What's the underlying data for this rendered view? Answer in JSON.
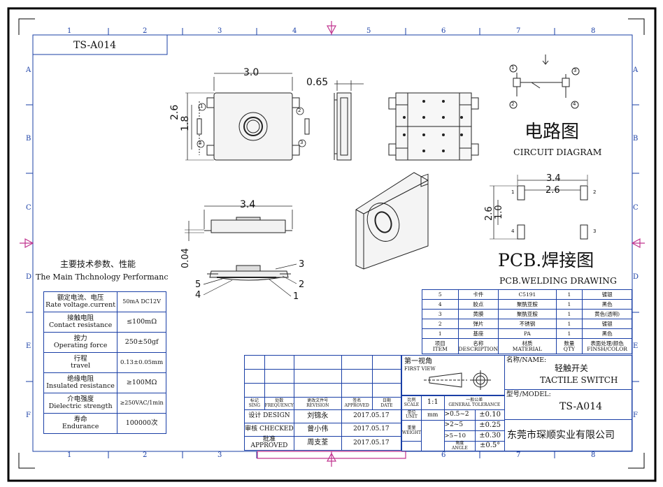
{
  "frame": {
    "col_numbers": [
      "1",
      "2",
      "3",
      "4",
      "5",
      "6",
      "7",
      "8"
    ],
    "row_letters": [
      "A",
      "B",
      "C",
      "D",
      "E",
      "F"
    ]
  },
  "part_code": "TS-A014",
  "dims": {
    "top_width": "3.0",
    "pin_thickness": "0.65",
    "height_outer": "2.6",
    "height_inner": "1.8",
    "side_width": "3.4",
    "side_height": "0.04",
    "pcb_outer_width": "3.4",
    "pcb_inner_width": "2.6",
    "pcb_outer_height": "2.6",
    "pcb_inner_height": "1.0"
  },
  "pin_labels": [
    "1",
    "2",
    "3",
    "4",
    "5"
  ],
  "circuit": {
    "title_cn": "电路图",
    "title_en": "CIRCUIT DIAGRAM",
    "pins": [
      "1",
      "2",
      "3",
      "4"
    ]
  },
  "pcb": {
    "title_cn": "PCB.焊接图",
    "title_en": "PCB.WELDING DRAWING",
    "pads": [
      "1",
      "2",
      "4",
      "3"
    ]
  },
  "spec": {
    "title_cn": "主要技术参数、性能",
    "title_en": "The Main Thchnology Performanc",
    "rows": [
      {
        "cn": "额定电流、电压",
        "en": "Rate voltage.current",
        "value": "50mA DC12V"
      },
      {
        "cn": "接触电阻",
        "en": "Contact resistance",
        "value": "≤100mΩ"
      },
      {
        "cn": "按力",
        "en": "Operating force",
        "value": "250±50gf"
      },
      {
        "cn": "行程",
        "en": "travel",
        "value": "0.13±0.05mm"
      },
      {
        "cn": "绝缘电阻",
        "en": "Insulated resistance",
        "value": "≥100MΩ"
      },
      {
        "cn": "介电强度",
        "en": "Dielectric strength",
        "value": "≥250VAC/1min"
      },
      {
        "cn": "寿命",
        "en": "Endurance",
        "value": "100000次"
      }
    ]
  },
  "bom": {
    "rows": [
      {
        "no": "5",
        "name": "卡件",
        "material": "C5191",
        "qty": "1",
        "finish": "镀银"
      },
      {
        "no": "4",
        "name": "胶点",
        "material": "聚酰亚胺",
        "qty": "1",
        "finish": "黑色"
      },
      {
        "no": "3",
        "name": "黄膜",
        "material": "聚酰亚胺",
        "qty": "1",
        "finish": "黄色(透明)"
      },
      {
        "no": "2",
        "name": "弹片",
        "material": "不锈钢",
        "qty": "1",
        "finish": "镀银"
      },
      {
        "no": "1",
        "name": "基座",
        "material": "PA",
        "qty": "1",
        "finish": "黑色"
      }
    ],
    "header": {
      "item_cn": "项目",
      "item_en": "ITEM",
      "name_cn": "名称",
      "name_en": "DESCRIPTION",
      "material_cn": "材质",
      "material_en": "MATERIAL",
      "qty_cn": "数量",
      "qty_en": "QTY",
      "finish_cn": "表面处理/颜色",
      "finish_en": "FINSH/COLOR"
    }
  },
  "title_block": {
    "first_view_cn": "第一视角",
    "first_view_en": "FIRST VIEW",
    "name_label": "名称/NAME:",
    "name_cn": "轻触开关",
    "name_en": "TACTILE SWITCH",
    "model_label": "型号/MODEL:",
    "model": "TS-A014",
    "company": "东莞市琛顺实业有限公司",
    "headers": {
      "sign_cn": "标记",
      "sign_en": "SING",
      "freq_cn": "处数",
      "freq_en": "FREQUENCY",
      "rev_cn": "更改文件号",
      "rev_en": "REVISION",
      "appr_cn": "签名",
      "appr_en": "APPROVED",
      "date_cn": "日期",
      "date_en": "DATE",
      "scale_cn": "比例",
      "scale_en": "SCALE",
      "tol_cn": "一般公差",
      "tol_en": "GENERAL TOLERANCE"
    },
    "design_label": "设计 DESIGN",
    "design_name": "刘锦永",
    "design_date": "2017.05.17",
    "check_label": "审核 CHECKED",
    "check_name": "曾小伟",
    "check_date": "2017.05.17",
    "approve_label": "批准 APPROVED",
    "approve_name": "周支荃",
    "approve_date": "2017.05.17",
    "scale": "1:1",
    "unit_cn": "单位",
    "unit_en": "UNIT",
    "unit": "mm",
    "weight_cn": "重量",
    "weight_en": "WEIGHT",
    "angle_cn": "角度",
    "angle_en": "ANGLE",
    "tolerances": [
      {
        "range": ">0.5~2",
        "tol": "±0.10"
      },
      {
        "range": ">2~5",
        "tol": "±0.25"
      },
      {
        "range": ">5~10",
        "tol": "±0.30"
      }
    ],
    "angle_tol": "±0.5°"
  }
}
